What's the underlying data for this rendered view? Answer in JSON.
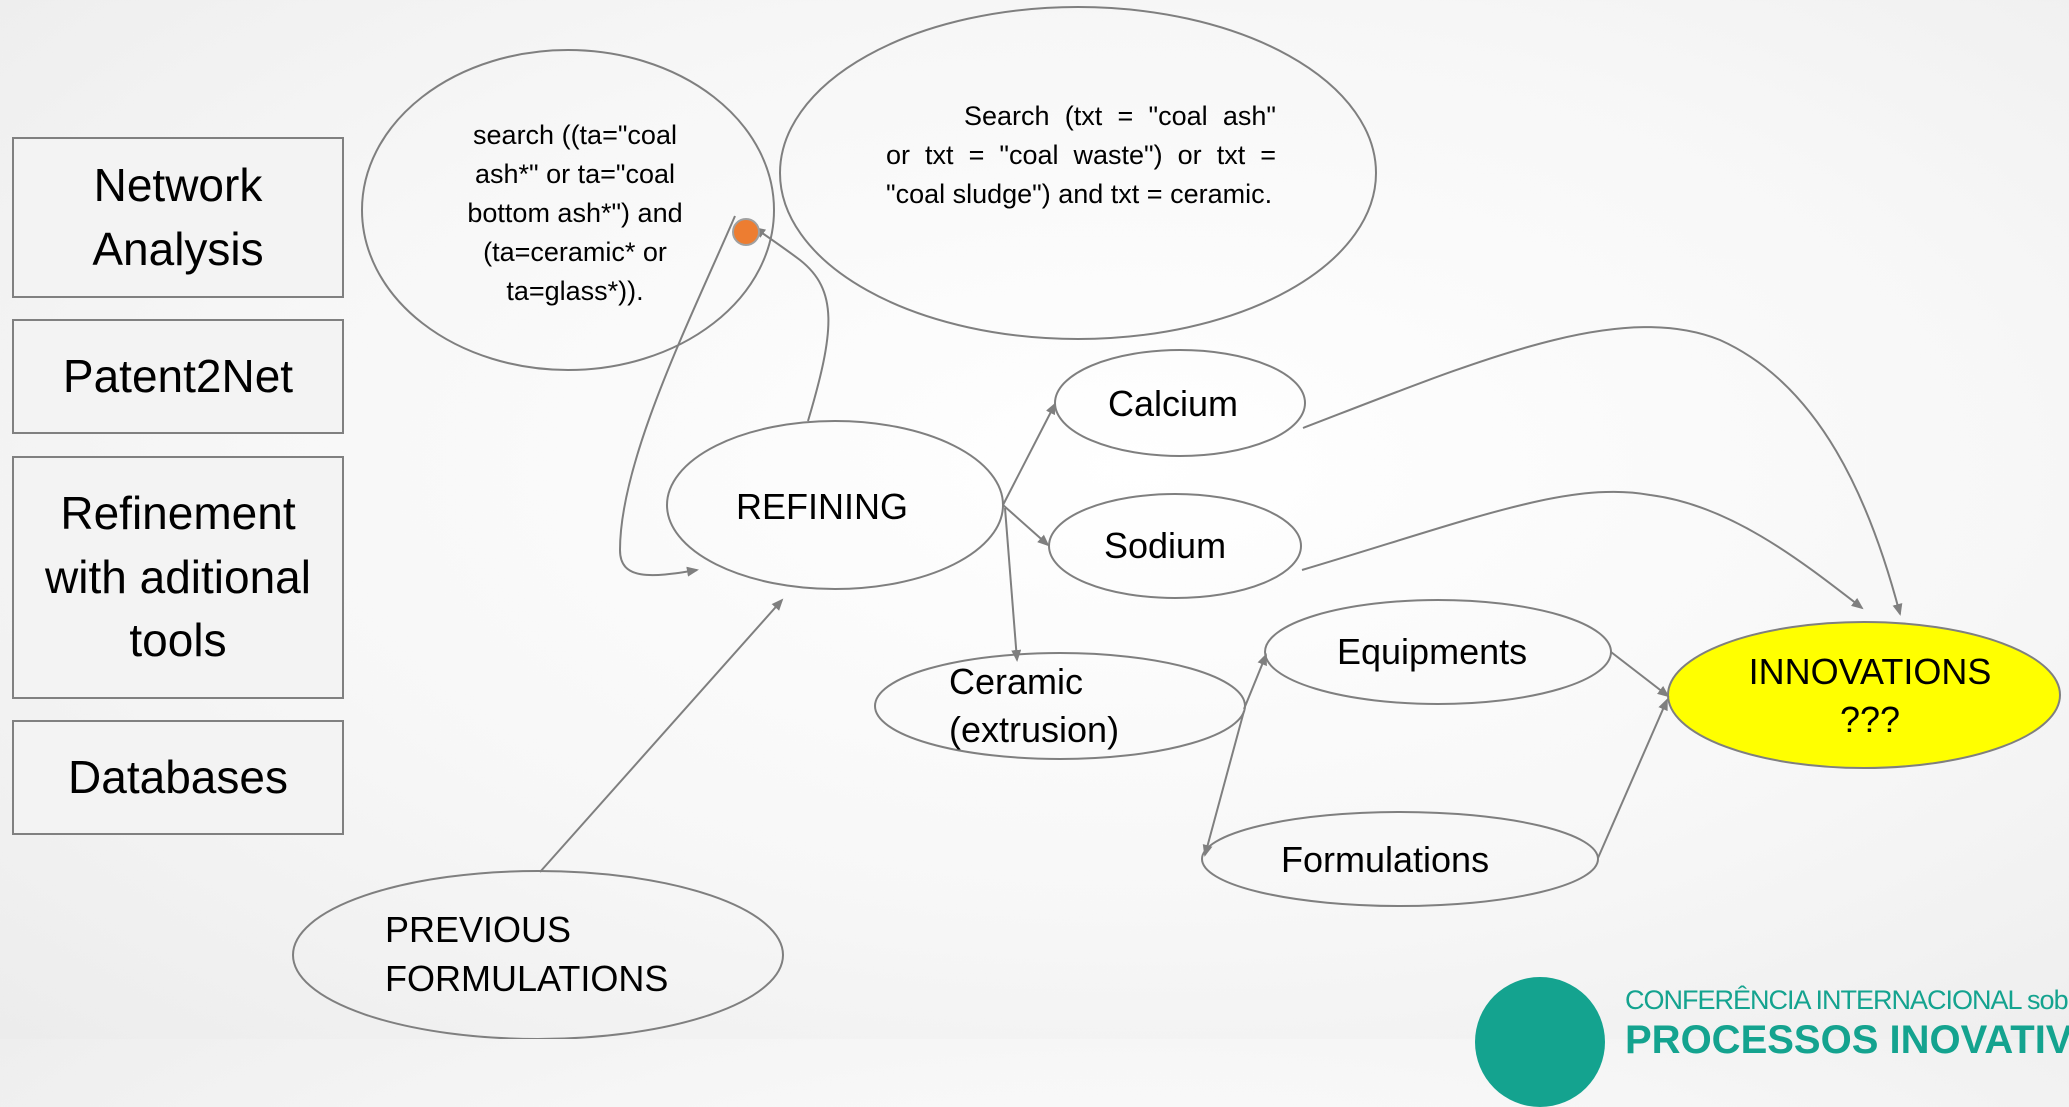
{
  "sidebar": {
    "network_analysis": "Network\nAnalysis",
    "patent2net": "Patent2Net",
    "refinement": "Refinement\nwith aditional\ntools",
    "databases": "Databases"
  },
  "queries": {
    "query1": "search ((ta=\"coal ash*\" or ta=\"coal bottom ash*\") and (ta=ceramic* or ta=glass*)).",
    "query2": "Search (txt = \"coal ash\" or txt = \"coal waste\") or txt = \"coal sludge\") and txt = ceramic."
  },
  "nodes": {
    "refining": "REFINING",
    "calcium": "Calcium",
    "sodium": "Sodium",
    "ceramic": "Ceramic\n(extrusion)",
    "equipments": "Equipments",
    "formulations": "Formulations",
    "previous": "PREVIOUS\nFORMULATIONS",
    "innovations": "INNOVATIONS\n???"
  },
  "logo": {
    "line1": "CONFERÊNCIA INTERNACIONAL sobre",
    "line2": "PROCESSOS INOVATIVOS"
  },
  "colors": {
    "innovations_fill": "#ffff00",
    "marker": "#ed7d31",
    "logo_teal": "#14a38f",
    "edge": "#808080"
  }
}
